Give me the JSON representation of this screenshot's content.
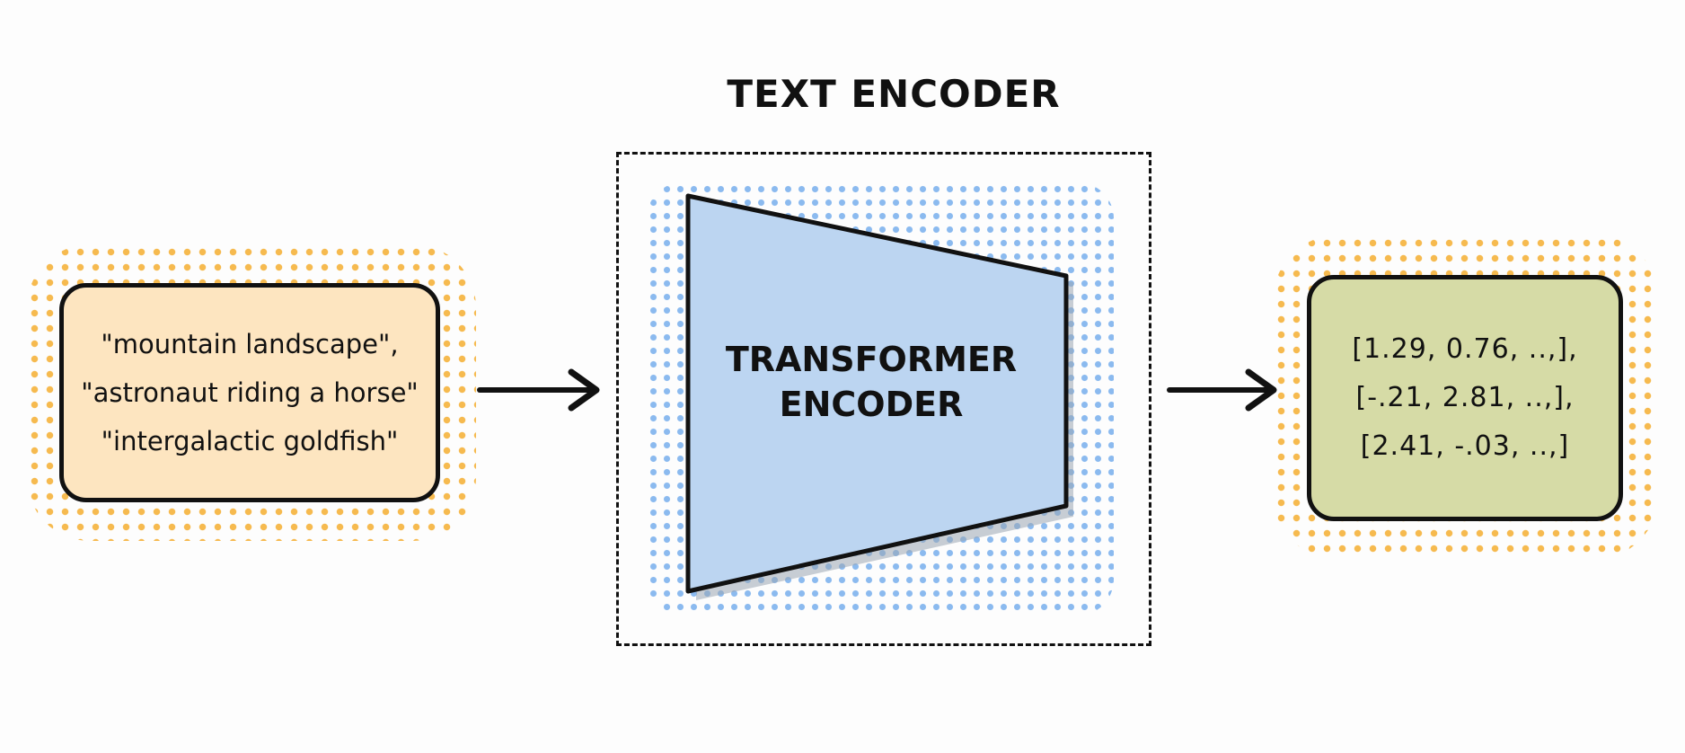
{
  "title": "TEXT ENCODER",
  "input": {
    "lines": [
      "\"mountain landscape\",",
      "\"astronaut riding a horse\"",
      "\"intergalactic goldfish\""
    ]
  },
  "encoder": {
    "label_line1": "TRANSFORMER",
    "label_line2": "ENCODER"
  },
  "output": {
    "lines": [
      "[1.29, 0.76, ..,],",
      "[-.21, 2.81, ..,],",
      "[2.41, -.03, ..,]"
    ]
  },
  "colors": {
    "input_fill": "#fde5c0",
    "output_fill": "#d6dba6",
    "encoder_fill": "#bcd5f1",
    "orange_dots": "#f6b33d",
    "blue_dots": "#7fb3ee"
  }
}
